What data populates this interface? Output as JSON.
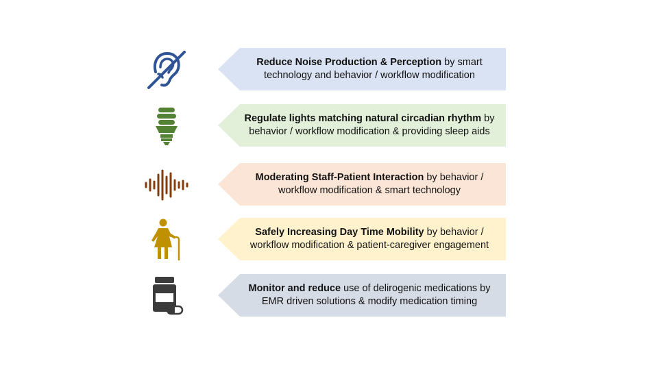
{
  "rows": [
    {
      "icon": "no-hearing-icon",
      "icon_color": "#2f5496",
      "fill": "#dae3f3",
      "bold": "Reduce Noise Production & Perception",
      "rest": " by smart technology and behavior / workflow modification"
    },
    {
      "icon": "light-bulb-icon",
      "icon_color": "#548235",
      "fill": "#e2efd9",
      "bold": "Regulate lights matching natural circadian rhythm",
      "rest": " by behavior / workflow modification & providing sleep aids"
    },
    {
      "icon": "sound-wave-icon",
      "icon_color": "#843c0c",
      "fill": "#fbe5d6",
      "bold": "Moderating Staff-Patient Interaction",
      "rest": " by behavior / workflow modification & smart technology"
    },
    {
      "icon": "elderly-person-icon",
      "icon_color": "#bf9000",
      "fill": "#fff2cc",
      "bold": "Safely Increasing Day Time Mobility",
      "rest": " by behavior / workflow modification & patient-caregiver engagement"
    },
    {
      "icon": "medication-icon",
      "icon_color": "#3b3b3b",
      "fill": "#d6dce5",
      "bold": "Monitor and reduce",
      "rest": " use of delirogenic medications by EMR driven solutions & modify medication timing"
    }
  ]
}
